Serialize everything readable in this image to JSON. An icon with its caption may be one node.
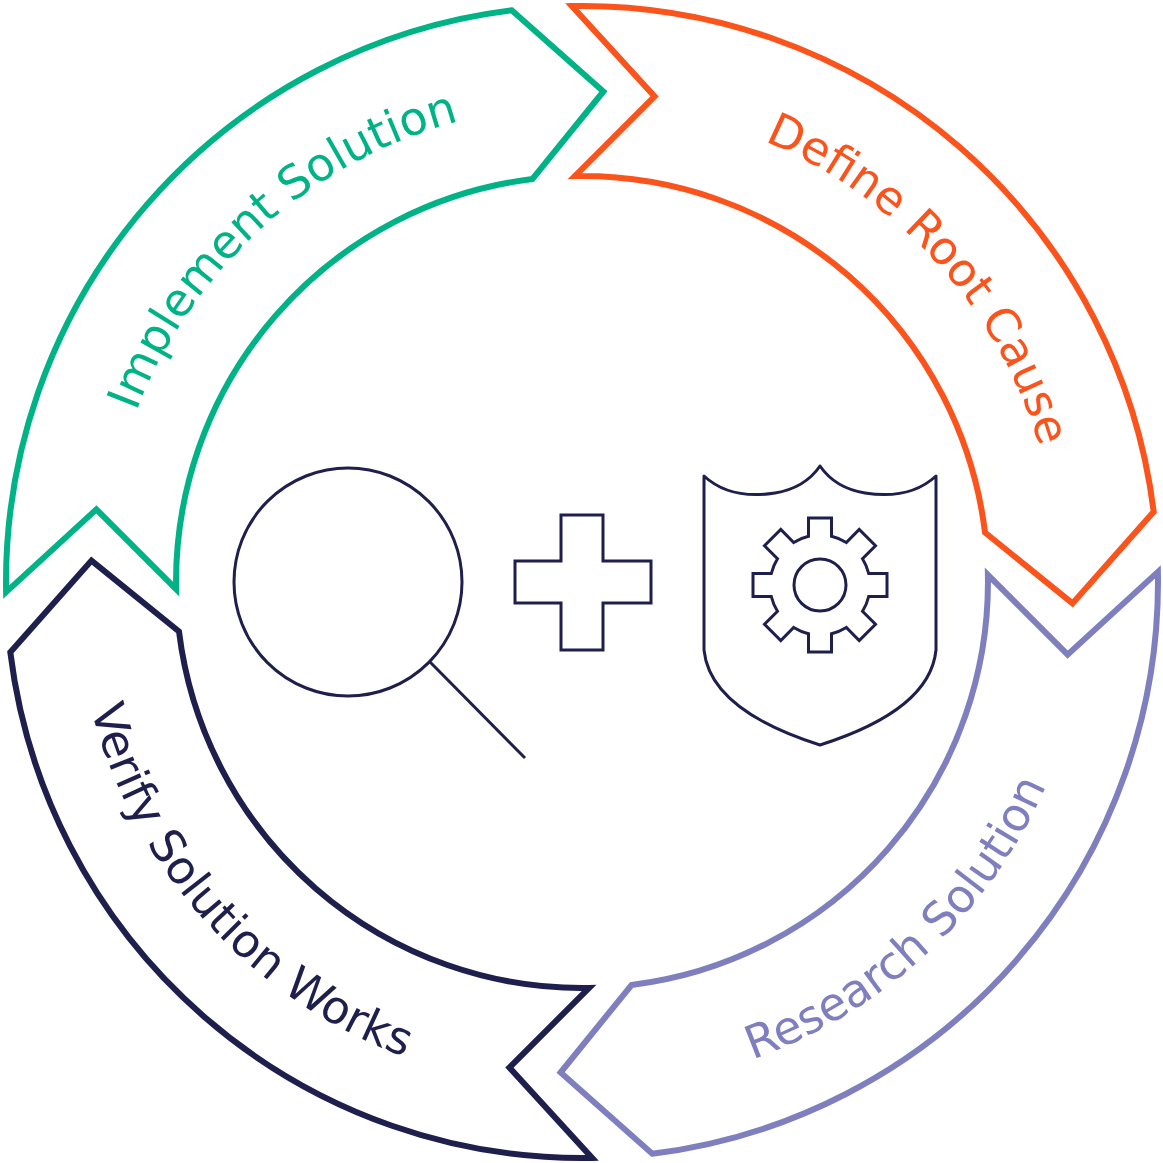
{
  "diagram": {
    "nodes": [
      {
        "text": [
          "Define Root Cause"
        ]
      },
      {
        "text": [
          "Research Solution"
        ]
      },
      {
        "text": [
          "Verify Solution Works"
        ]
      },
      {
        "text": [
          "Implement Solution"
        ]
      }
    ]
  }
}
